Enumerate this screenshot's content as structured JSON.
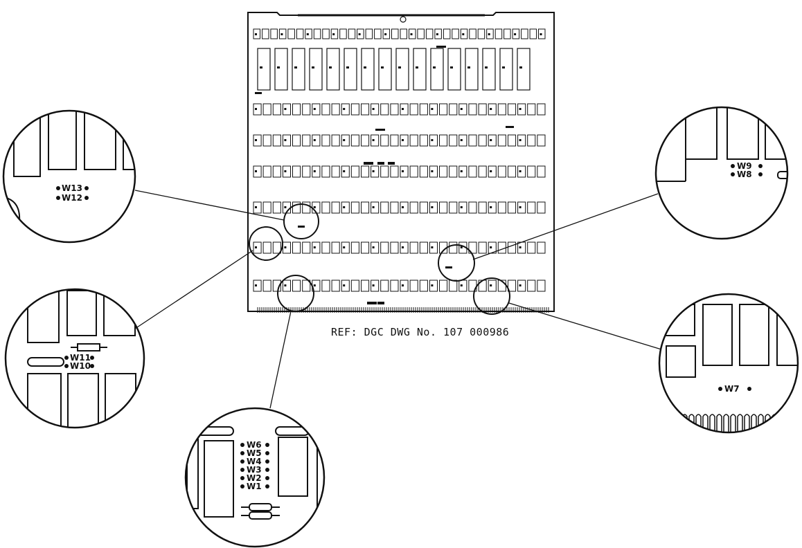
{
  "reference": "REF:  DGC DWG No. 107 000986",
  "jumpers": {
    "w13": "W13",
    "w12": "W12",
    "w11": "W11",
    "w10": "W10",
    "w9": "W9",
    "w8": "W8",
    "w7": "W7",
    "w6": "W6",
    "w5": "W5",
    "w4": "W4",
    "w3": "W3",
    "w2": "W2",
    "w1": "W1"
  }
}
